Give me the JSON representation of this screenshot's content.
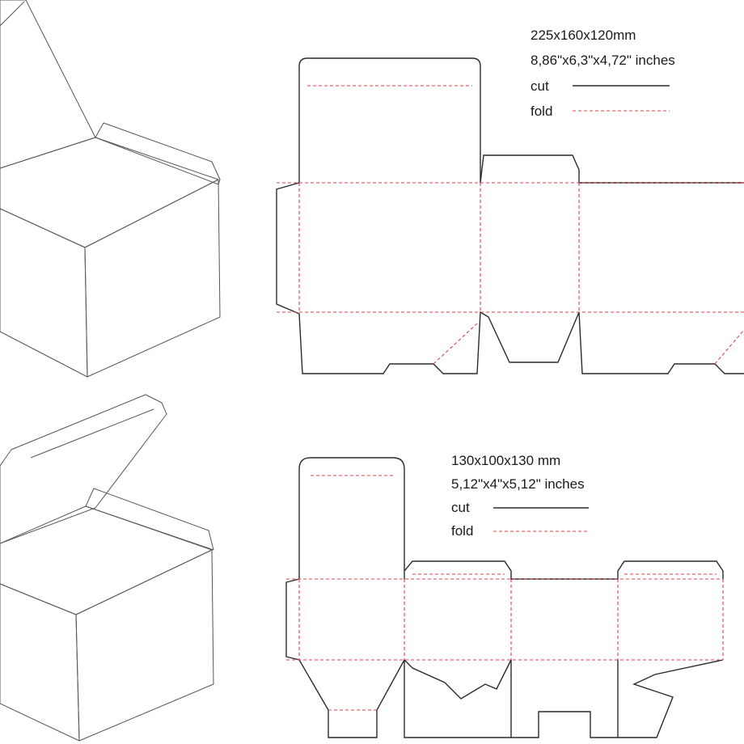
{
  "diagrams": [
    {
      "dimensions_mm": "225x160x120mm",
      "dimensions_in": "8,86\"x6,3\"x4,72\" inches",
      "legend": {
        "cut_label": "cut",
        "fold_label": "fold"
      }
    },
    {
      "dimensions_mm": "130x100x130 mm",
      "dimensions_in": "5,12\"x4\"x5,12\" inches",
      "legend": {
        "cut_label": "cut",
        "fold_label": "fold"
      }
    }
  ],
  "colors": {
    "cut": "#2b2b2b",
    "fold": "#e0404a",
    "box_face_light": "#f7f7f7",
    "box_face_shade": "#d9d9d9"
  }
}
